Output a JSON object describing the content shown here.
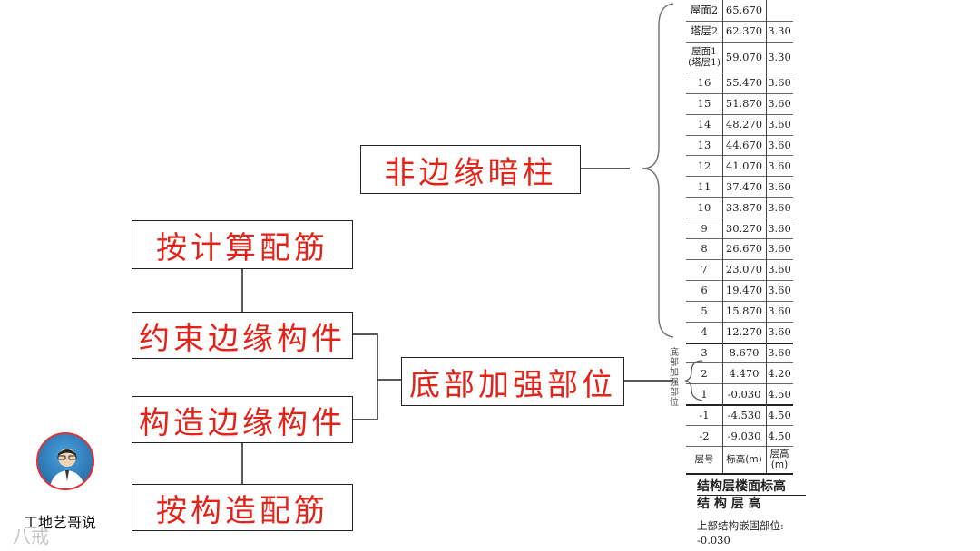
{
  "diagram": {
    "boxes": {
      "non_edge_column": "非边缘暗柱",
      "calc_rebar": "按计算配筋",
      "constrained_edge": "约束边缘构件",
      "bottom_reinforce": "底部加强部位",
      "structural_edge": "构造边缘构件",
      "detail_rebar": "按构造配筋"
    }
  },
  "floor_table": {
    "rows": [
      {
        "floor": "屋面2",
        "elev": "65.670",
        "height": ""
      },
      {
        "floor": "塔层2",
        "elev": "62.370",
        "height": "3.30"
      },
      {
        "floor": "屋面1\n(塔层1)",
        "elev": "59.070",
        "height": "3.30"
      },
      {
        "floor": "16",
        "elev": "55.470",
        "height": "3.60"
      },
      {
        "floor": "15",
        "elev": "51.870",
        "height": "3.60"
      },
      {
        "floor": "14",
        "elev": "48.270",
        "height": "3.60"
      },
      {
        "floor": "13",
        "elev": "44.670",
        "height": "3.60"
      },
      {
        "floor": "12",
        "elev": "41.070",
        "height": "3.60"
      },
      {
        "floor": "11",
        "elev": "37.470",
        "height": "3.60"
      },
      {
        "floor": "10",
        "elev": "33.870",
        "height": "3.60"
      },
      {
        "floor": "9",
        "elev": "30.270",
        "height": "3.60"
      },
      {
        "floor": "8",
        "elev": "26.670",
        "height": "3.60"
      },
      {
        "floor": "7",
        "elev": "23.070",
        "height": "3.60"
      },
      {
        "floor": "6",
        "elev": "19.470",
        "height": "3.60"
      },
      {
        "floor": "5",
        "elev": "15.870",
        "height": "3.60"
      },
      {
        "floor": "4",
        "elev": "12.270",
        "height": "3.60"
      },
      {
        "floor": "3",
        "elev": "8.670",
        "height": "3.60"
      },
      {
        "floor": "2",
        "elev": "4.470",
        "height": "4.20"
      },
      {
        "floor": "1",
        "elev": "-0.030",
        "height": "4.50"
      },
      {
        "floor": "-1",
        "elev": "-4.530",
        "height": "4.50"
      },
      {
        "floor": "-2",
        "elev": "-9.030",
        "height": "4.50"
      }
    ],
    "header": {
      "floor": "层号",
      "elev": "标高(m)",
      "height": "层高\n(m)"
    },
    "side_label": "底部加强部位",
    "title_line1": "结构层楼面标高",
    "title_line2": "结 构 层 高",
    "note_line1": "上部结构嵌固部位:",
    "note_line2": "-0.030"
  },
  "branding": {
    "name": "工地艺哥说",
    "watermark": "八戒"
  }
}
